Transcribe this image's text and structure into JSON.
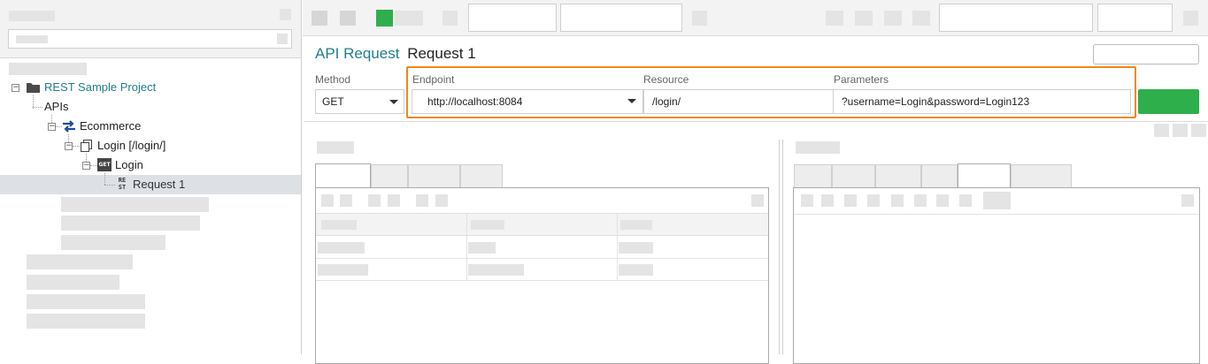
{
  "navigator": {
    "tree": {
      "project": "REST Sample Project",
      "apis": "APIs",
      "service": "Ecommerce",
      "resource": "Login [/login/]",
      "method_badge": "GET",
      "method": "Login",
      "request_badge": "RE ST",
      "request": "Request 1"
    }
  },
  "editor": {
    "kind": "API Request",
    "name": "Request 1",
    "fields": {
      "method_label": "Method",
      "method_value": "GET",
      "endpoint_label": "Endpoint",
      "endpoint_value": "http://localhost:8084",
      "resource_label": "Resource",
      "resource_value": "/login/",
      "parameters_label": "Parameters",
      "parameters_value": "?username=Login&password=Login123"
    }
  },
  "colors": {
    "highlight": "#f0881a",
    "send_button": "#2eaf4b",
    "run_icon": "#2eaf4b",
    "project_text": "#1f7f8c",
    "selected_row": "#dde1e6"
  },
  "icons": {
    "folder": "folder-icon",
    "service": "service-arrows-icon",
    "resource": "resource-pages-icon",
    "method": "get-method-icon",
    "request": "rest-request-icon"
  }
}
